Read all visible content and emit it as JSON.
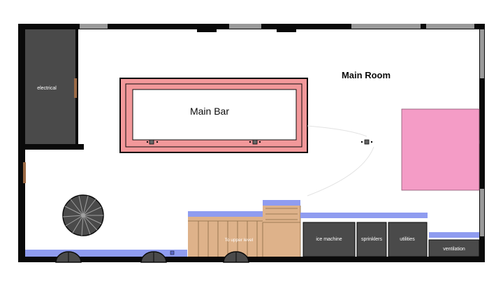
{
  "floor_plan": {
    "rooms": {
      "main_room": "Main Room",
      "main_bar": "Main Bar",
      "electrical": "electrical",
      "stairs_up": "To upper level",
      "ice_machine": "ice machine",
      "sprinklers": "sprinklers",
      "utilities": "utilities",
      "ventilation": "ventilation"
    },
    "colors": {
      "wall": "#0a0a0a",
      "utility_room": "#4a4a4a",
      "bar_outer": "#f2989a",
      "bar_inner": "#ffffff",
      "stage": "#f49cc6",
      "counter": "#8f9cf0",
      "stairs": "#deb28a",
      "window": "#9a9a9a",
      "door": "#9c6a45"
    }
  }
}
